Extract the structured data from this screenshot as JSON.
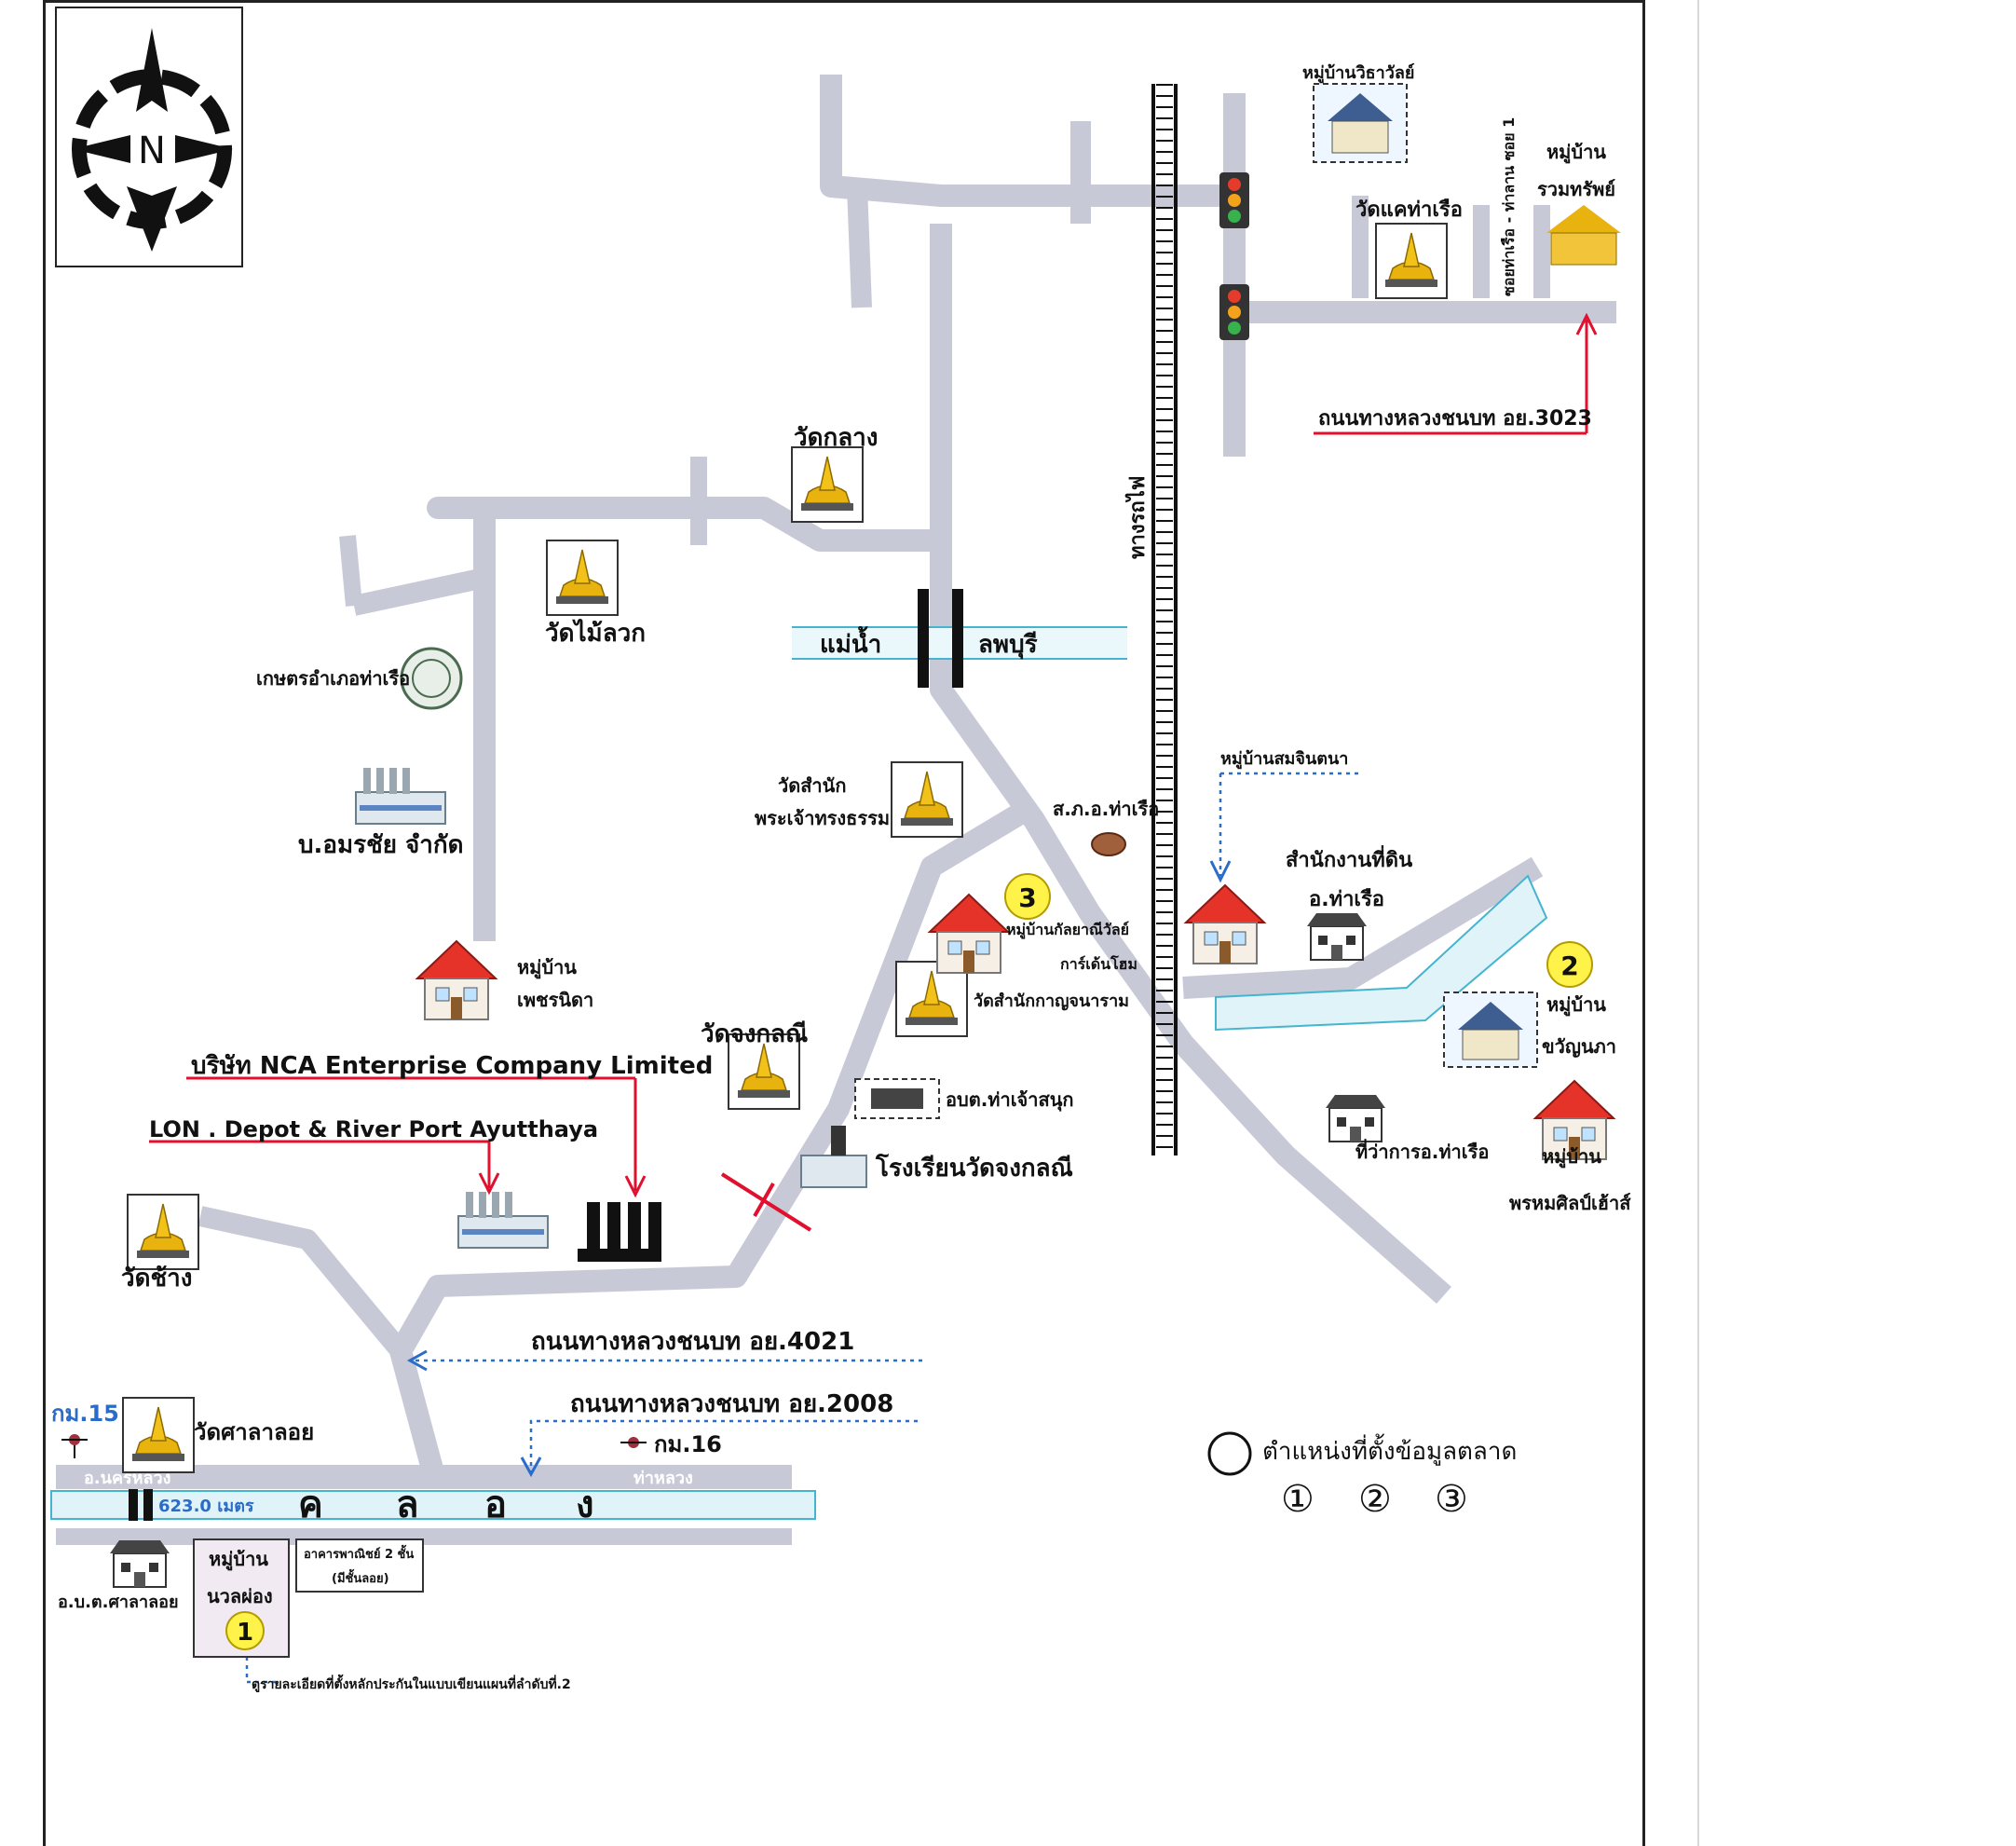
{
  "compass": {
    "letter": "N"
  },
  "places": {
    "wat_klang": "วัดกลาง",
    "wat_mai_luak": "วัดไม้ลวก",
    "kaset": "เกษตรอำเภอท่าเรือ",
    "amornchai": "บ.อมรชัย จำกัด",
    "ban_phetnida": [
      "หมู่บ้าน",
      "เพชรนิดา"
    ],
    "nca": "บริษัท NCA Enterprise Company Limited",
    "lon_depot": "LON . Depot & River Port  Ayutthaya",
    "wat_chang": "วัดช้าง",
    "wat_chongkhanee": "วัดจงกลณี",
    "wat_samnak_phra": [
      "วัดสำนัก",
      "พระเจ้าทรงธรรม"
    ],
    "police": "ส.ภ.อ.ท่าเรือ",
    "ban_kalaya": [
      "หมู่บ้านกัลยาณีวัลย์",
      "การ์เด้นโฮม"
    ],
    "wat_samnak_kanram": "วัดสำนักกาญจนาราม",
    "obt_tha_chao_sanuk": "อบต.ท่าเจ้าสนุก",
    "school": "โรงเรียนวัดจงกลณี",
    "ban_somchintana": "หมู่บ้านสมจินตนา",
    "land_office": [
      "สำนักงานที่ดิน",
      "อ.ท่าเรือ"
    ],
    "ban_kwanpha": [
      "หมู่บ้าน",
      "ขวัญนภา"
    ],
    "district_office": "ที่ว่าการอ.ท่าเรือ",
    "ban_phromsin": [
      "หมู่บ้าน",
      "พรหมศิลป์เฮ้าส์"
    ],
    "ban_witawat": "หมู่บ้านวิธาวัลย์",
    "wat_khae": "วัดแคท่าเรือ",
    "soi_tharuea": "ซอยท่าเรือ - ท่าลาน ซอย 1",
    "ban_ruamsap": [
      "หมู่บ้าน",
      "รวมทรัพย์"
    ],
    "railway": "ทางรถไฟ",
    "river_left": "แม่น้ำ",
    "river_right": "ลพบุรี",
    "road_3023": "ถนนทางหลวงชนบท อย.3023",
    "road_4021": "ถนนทางหลวงชนบท อย.4021",
    "road_2008": "ถนนทางหลวงชนบท อย.2008",
    "km15": "กม.15",
    "km16": "กม.16",
    "wat_sala_loi": "วัดศาลาลอย",
    "to_nakhon_luang_left": "อ.นครหลวง",
    "to_tha_luang_right": "ท่าหลวง",
    "khlong": [
      "ค",
      "ล",
      "อ",
      "ง"
    ],
    "distance": "623.0 เมตร",
    "obt_sala_loi": "อ.บ.ต.ศาลาลอย",
    "ban_nuanlaong": [
      "หมู่บ้าน",
      "นวลผ่อง"
    ],
    "commercial": [
      "อาคารพาณิชย์ 2 ชั้น",
      "(มีชั้นลอย)"
    ],
    "note_bottom": "ดูรายละเอียดที่ตั้งหลักประกันในแบบเขียนแผนที่ลำดับที่.2"
  },
  "markers": {
    "one": "1",
    "two": "2",
    "three": "3"
  },
  "legend": {
    "title": "ตำแหน่งที่ตั้งข้อมูลตลาด",
    "items": [
      "①",
      "②",
      "③"
    ]
  },
  "colors": {
    "road": "#c7c9d6",
    "river": "#45b4cf",
    "marker": "#fff34a",
    "arrow": "#e0102e"
  }
}
